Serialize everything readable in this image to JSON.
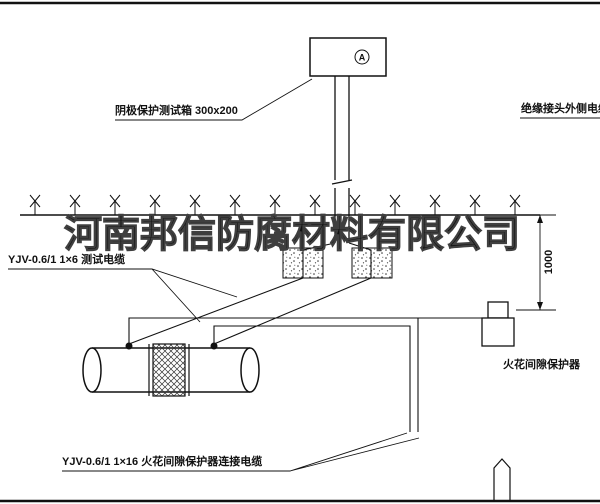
{
  "drawing": {
    "watermark": "河南邦信防腐材料有限公司",
    "test_box": {
      "label": "阴极保护测试箱 300x200",
      "mark": "A"
    },
    "cables": {
      "insulation_joint_outer": "绝缘接头外侧电缆",
      "test_cable": "YJV-0.6/1 1×6  测试电缆",
      "spark_gap_cable": "YJV-0.6/1 1×16  火花间隙保护器连接电缆"
    },
    "spark_gap_protector_label": "火花间隙保护器",
    "dimension_value": "1000"
  },
  "colors": {
    "line": "#1c1c1c",
    "background": "#ffffff",
    "watermark_stroke": "#3f3f3f"
  }
}
